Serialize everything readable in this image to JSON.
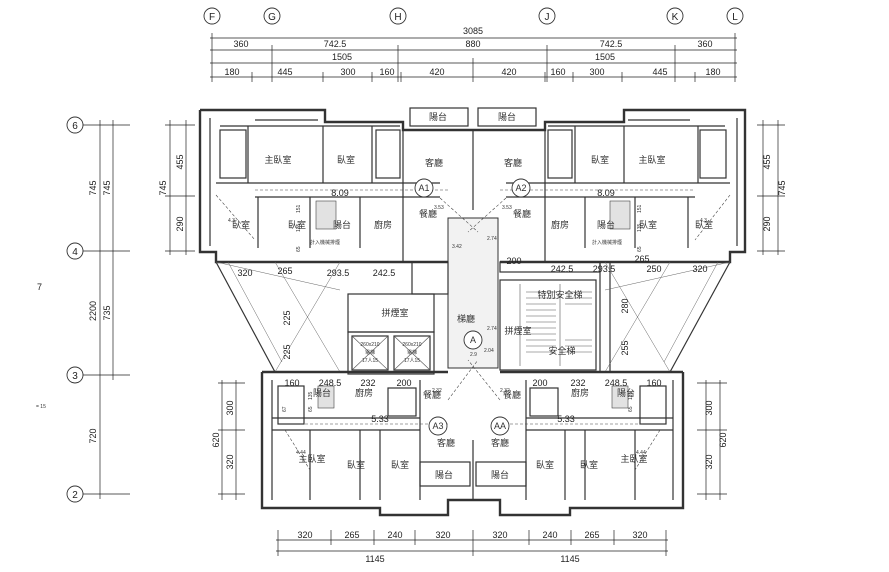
{
  "grid_top": [
    "F",
    "G",
    "H",
    "J",
    "K",
    "L"
  ],
  "grid_left": [
    "6",
    "4",
    "3",
    "2"
  ],
  "dims_top": {
    "total": "3085",
    "row1": [
      "360",
      "742.5",
      "880",
      "742.5",
      "360"
    ],
    "row2": [
      "1505",
      "1505"
    ],
    "row3": [
      "180",
      "445",
      "300",
      "160",
      "420",
      "420",
      "160",
      "300",
      "445",
      "180"
    ]
  },
  "dims_bottom": {
    "row1": [
      "320",
      "265",
      "240",
      "320",
      "320",
      "240",
      "265",
      "320"
    ],
    "row2": [
      "1145",
      "1145"
    ]
  },
  "dims_left": {
    "outer": [
      "745",
      "2200",
      "720"
    ],
    "inner": [
      "745",
      "735"
    ],
    "seg": [
      "455",
      "290",
      "300",
      "620",
      "320"
    ]
  },
  "dims_right": {
    "seg": [
      "455",
      "745",
      "290",
      "300",
      "620",
      "320"
    ]
  },
  "dims_plan": {
    "span_top": "8.09",
    "row_mid": [
      "320",
      "265",
      "293.5",
      "242.5",
      "242.5",
      "293.5",
      "265",
      "250",
      "320"
    ],
    "side_vert": [
      "225",
      "225",
      "280",
      "255"
    ],
    "small_top": [
      "151",
      "135",
      "65",
      "151",
      "135",
      "65"
    ],
    "row_low": [
      "160",
      "248.5",
      "232",
      "200",
      "200",
      "232",
      "248.5",
      "160"
    ],
    "small_low": [
      "67",
      "135",
      "65",
      "135",
      "65"
    ],
    "span_low": [
      "5.33",
      "5.33"
    ],
    "diag": [
      "3.53",
      "3.53",
      "2.74",
      "3.42",
      "2.74",
      "2.04",
      "2.9",
      "2.32",
      "2.32",
      "4.3",
      "4.3",
      "4.44",
      "4.44",
      "200"
    ]
  },
  "units": [
    "A1",
    "A2",
    "A",
    "A3",
    "AA"
  ],
  "rooms": {
    "balcony": "陽台",
    "living": "客廳",
    "master": "主臥室",
    "bedroom": "臥室",
    "dining": "餐廳",
    "kitchen": "廚房",
    "lobby": "梯廳",
    "trash": "拼煙室",
    "stair_top": "特別安全梯",
    "stair_low": "安全梯",
    "elev_spec_1": "260x210",
    "elev_spec_2": "電梯",
    "elev_spec_3": "17人15",
    "machine_note": "計入機械排煙"
  },
  "misc": [
    "7",
    "= 15"
  ]
}
